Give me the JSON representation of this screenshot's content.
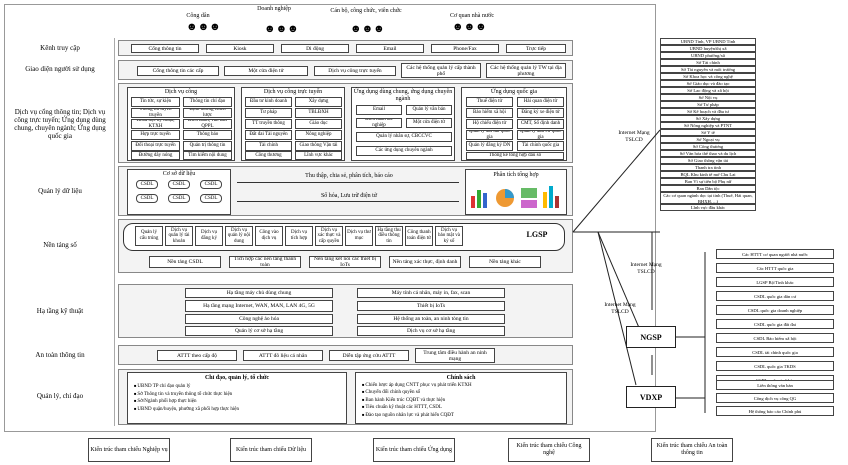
{
  "actors": [
    "Công dân",
    "Doanh nghiệp",
    "Cán bộ, công chức, viên chức",
    "Cơ quan nhà nước"
  ],
  "layers": {
    "kenh": "Kênh truy cập",
    "giaodien": "Giao diện người sử dụng",
    "dichvu": "Dịch vụ cổng thông tin; Dịch vụ công trực tuyến; Ứng dụng dùng chung, chuyên ngành; Ứng dụng quốc gia",
    "dulieu": "Quản lý dữ liệu",
    "nentang": "Nền tảng số",
    "hatang": "Hạ tầng kỹ thuật",
    "antoan": "An toàn thông tin",
    "quanly": "Quản lý, chỉ đạo"
  },
  "channels": [
    "Cổng thông tin",
    "Kiosk",
    "Di động",
    "Email",
    "Phone/Fax",
    "Trực tiếp"
  ],
  "interfaces": [
    "Cổng thông tin các cấp",
    "Một cửa điện tử",
    "Dịch vụ công trực tuyến",
    "Các hệ thống quản lý cấp thành phố",
    "Các hệ thống quản lý TW tại địa phương"
  ],
  "dvc": {
    "title": "Dịch vụ công",
    "items": [
      "Tin tức, sự kiện",
      "Thông tin chỉ đạo",
      "Thông tin tuyên truyền",
      "Định hướng chiến lược",
      "Khoa học kỹ thuật, KTXH",
      "Điều hành, văn bản QPPL",
      "Hợp trực tuyến",
      "Thông báo",
      "Đối thoại trực tuyến",
      "Quản trị thông tin",
      "Đường dây nóng",
      "Tìm kiếm nội dung"
    ]
  },
  "dvctt": {
    "title": "Dịch vụ công trực tuyến",
    "items": [
      "Đầu tư kinh doanh",
      "Xây dựng",
      "Tư pháp",
      "TBLĐXH",
      "TT truyền thông",
      "Giáo dục",
      "Đất đai Tài nguyên",
      "Nông nghiệp",
      "Tài chính",
      "Giao thông Vận tải",
      "Công thương",
      "Lĩnh vực khác"
    ]
  },
  "udcn": {
    "title": "Ứng dụng dùng chung, ứng dụng chuyên ngành",
    "items": [
      "Email",
      "Quản lý văn bản",
      "Điều hành tác nghiệp",
      "Một cửa điện tử",
      "Quản lý nhân sự, CBCCVC",
      "Các ứng dụng chuyên ngành"
    ]
  },
  "udqg": {
    "title": "Ứng dụng quốc gia",
    "items": [
      "Thuế điện tử",
      "Hải quan điện tử",
      "Bảo hiểm xã hội",
      "Đăng ký xe điện tử",
      "Hộ chiếu điện tử",
      "CMT, Số định danh",
      "Quản lý đất đai quốc gia",
      "Quản lý dân cư quốc gia",
      "Quản lý đăng ký DN",
      "Tài chính quốc gia",
      "Thống kê tổng hợp đầu số"
    ]
  },
  "csdl": {
    "title": "Cơ sở dữ liệu",
    "items": [
      "CSDL",
      "CSDL",
      "CSDL",
      "CSDL",
      "CSDL",
      "CSDL"
    ],
    "flow1": "Thu thập, chia sẻ, phân tích, báo cáo",
    "flow2": "Số hóa, Lưu trữ điện tử",
    "analysis": "Phân tích tổng hợp"
  },
  "platform": {
    "items": [
      "Quản lý cấu trúng",
      "Dịch vụ quản lý tài khoản",
      "Dịch vụ đăng ký",
      "Dịch vụ quản lý nội dung",
      "Công vào dịch vụ",
      "Dịch vụ tích hợp",
      "Dịch vụ xác thực và cấp quyền",
      "Dịch vụ thư mục",
      "Hạ tầng thu điều thông tin",
      "Công thanh toán điện tử",
      "Dịch vụ bảo mật và ký số"
    ],
    "lgsp": "LGSP",
    "sub": [
      "Nền tảng CSDL",
      "Tích hợp các nền tảng thành toàn",
      "Nền tảng kết nối các thiết bị IoTs",
      "Nền tảng xác thực, định danh",
      "Nền tảng khác"
    ]
  },
  "infra": [
    "Hạ tầng máy chủ dùng chung",
    "Máy tính cá nhân, máy in, fax, scan",
    "Hạ tầng mạng Internet, WAN, MAN, LAN 4G, 5G",
    "Thiết bị IoTs",
    "Công nghệ ảo hóa",
    "Hệ thống an toàn, an ninh tòng tin",
    "Quản lý cơ sở hạ tầng",
    "Dịch vụ cơ sở hạ tầng"
  ],
  "security": [
    "ATTT theo cấp độ",
    "ATTT đô liệu cá nhân",
    "Diễn tập ứng cứu ATTT",
    "Trung tâm điều hành an ninh mạng"
  ],
  "mgmt": {
    "left_title": "Chỉ đạo, quản lý, tổ chức",
    "left": [
      "UBND TP chỉ đạo quản lý",
      "Sở Thông tin và truyền thông tổ chức thực hiện",
      "Sở/Ngành phối hợp thực hiện",
      "UBND quận/huyện, phường xã phối hợp thực hiện"
    ],
    "right_title": "Chính sách",
    "right": [
      "Chiến lược áp dụng CNTT phục vụ phát triển KTXH",
      "Chuyển đổi chính quyền số",
      "Ban hành Kiến trúc CQĐT và thực hiện",
      "Tiêu chuẩn kỹ thuật các HTTT, CSDL",
      "Đào tạo nguồn nhân lực và phát hiển CQĐT"
    ]
  },
  "right_list": [
    "UBND Tỉnh, VP UBND Tỉnh",
    "UBND huyện/thị xã",
    "UBND phường/xã",
    "Sở Tài chính",
    "Sở Tài nguyên và môi trường",
    "Sở Khoa học và công nghệ",
    "Sở Giáo dục và đào tạo",
    "Sở Lao động và xã hội",
    "Sở Nội vụ",
    "Sở Tư pháp",
    "Sở Kế hoạch và đầu tư",
    "Sở Xây dựng",
    "Sở Nông nghiệp và PTNT",
    "Sở Y tế",
    "Sở Ngoại vụ",
    "Sở Công thương",
    "Sở Văn hóa thể thao và du lịch",
    "Sở Giao thông vận tải",
    "Thanh tra tỉnh",
    "BQL Khu kinh tế mở Chu Lai",
    "Ban Vì sự tiến bộ Phụ nữ",
    "Ban Dân tộc",
    "Các cơ quan ngành dọc tại tỉnh (Thuế, Hải quan, BHXH, ...)",
    "Lĩnh vực đầu khác"
  ],
  "internet_label": "Internet Mạng TSLCD",
  "ngsp": "NGSP",
  "ngsp_list": [
    "Các HTTT cơ quan người nhà nước",
    "Các HTTT quốc gia",
    "LGSP Bộ/Tỉnh khác",
    "CSDL quốc gia dân cư",
    "CSDL quốc gia doanh nghiệp",
    "CSDL quốc gia đất đai",
    "CSDL Bảo hiểm xã hội",
    "CSDL tài chính quốc gia",
    "CSDL quốc gia TKDS",
    "CSDL quốc gia khác"
  ],
  "vdxp": "VDXP",
  "vdxp_list": [
    "Liên thông văn bản",
    "Công dịch vụ công QG",
    "Hệ thống báo cáo Chính phủ"
  ],
  "footer": [
    "Kiến trúc tham chiếu Nghiệp vụ",
    "Kiến trúc tham chiếu Dữ liệu",
    "Kiến trúc tham chiếu Ứng dụng",
    "Kiến trúc tham chiếu Công nghệ",
    "Kiến trúc tham chiếu An toàn thông tin"
  ]
}
